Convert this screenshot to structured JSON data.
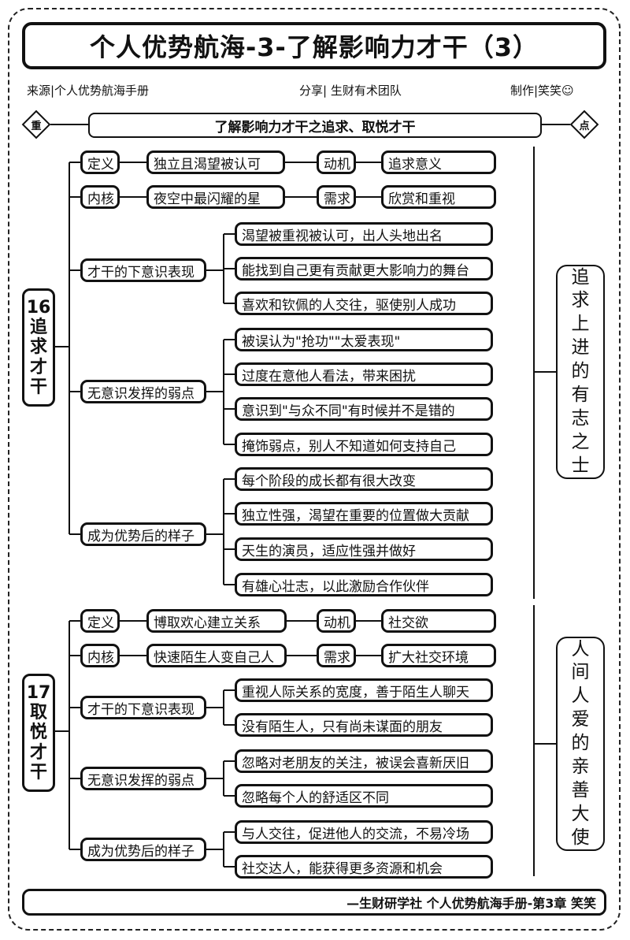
{
  "title": "个人优势航海-3-了解影响力才干（3）",
  "meta": {
    "source": "来源|个人优势航海手册",
    "share": "分享| 生财有术团队",
    "maker": "制作|笑笑☺"
  },
  "subtitle": {
    "left_badge": "重",
    "text": "了解影响力才干之追求、取悦才干",
    "right_badge": "点"
  },
  "sections": [
    {
      "label": "16追求才干",
      "label_chars": [
        "16",
        "追",
        "求",
        "才",
        "干"
      ],
      "side_note": "追求上进的有志之士",
      "side_chars": [
        "追",
        "求",
        "上",
        "进",
        "的",
        "有",
        "志",
        "之",
        "士"
      ],
      "definition": {
        "label": "定义",
        "value": "独立且渴望被认可"
      },
      "motive": {
        "label": "动机",
        "value": "追求意义"
      },
      "core": {
        "label": "内核",
        "value": "夜空中最闪耀的星"
      },
      "need": {
        "label": "需求",
        "value": "欣赏和重视"
      },
      "groups": [
        {
          "label": "才干的下意识表现",
          "items": [
            "渴望被重视被认可，出人头地出名",
            "能找到自己更有贡献更大影响力的舞台",
            "喜欢和钦佩的人交往，驱使别人成功"
          ]
        },
        {
          "label": "无意识发挥的弱点",
          "items": [
            "被误认为\"抢功\"\"太爱表现\"",
            "过度在意他人看法，带来困扰",
            "意识到\"与众不同\"有时候并不是错的",
            "掩饰弱点，别人不知道如何支持自己"
          ]
        },
        {
          "label": "成为优势后的样子",
          "items": [
            "每个阶段的成长都有很大改变",
            "独立性强，渴望在重要的位置做大贡献",
            "天生的演员，适应性强并做好",
            "有雄心壮志，以此激励合作伙伴"
          ]
        }
      ]
    },
    {
      "label": "17取悦才干",
      "label_chars": [
        "17",
        "取",
        "悦",
        "才",
        "干"
      ],
      "side_note": "人间人爱的亲善大使",
      "side_chars": [
        "人",
        "间",
        "人",
        "爱",
        "的",
        "亲",
        "善",
        "大",
        "使"
      ],
      "definition": {
        "label": "定义",
        "value": "博取欢心建立关系"
      },
      "motive": {
        "label": "动机",
        "value": "社交欲"
      },
      "core": {
        "label": "内核",
        "value": "快速陌生人变自己人"
      },
      "need": {
        "label": "需求",
        "value": "扩大社交环境"
      },
      "groups": [
        {
          "label": "才干的下意识表现",
          "items": [
            "重视人际关系的宽度，善于陌生人聊天",
            "没有陌生人，只有尚未谋面的朋友"
          ]
        },
        {
          "label": "无意识发挥的弱点",
          "items": [
            "忽略对老朋友的关注，被误会喜新厌旧",
            "忽略每个人的舒适区不同"
          ]
        },
        {
          "label": "成为优势后的样子",
          "items": [
            "与人交往，促进他人的交流，不易冷场",
            "社交达人，能获得更多资源和机会"
          ]
        }
      ]
    }
  ],
  "footer": "—生财研学社    个人优势航海手册-第3章  笑笑"
}
